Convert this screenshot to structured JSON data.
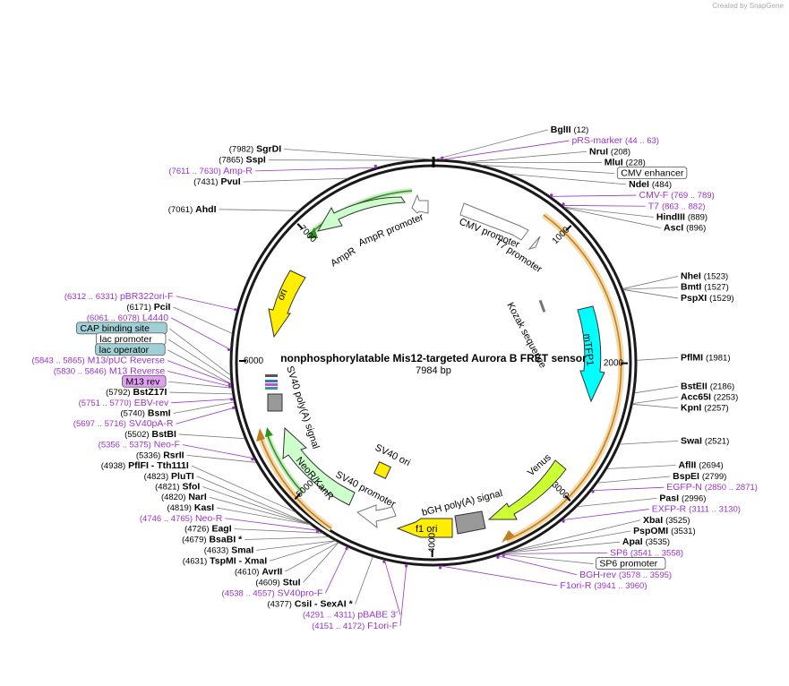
{
  "header": {
    "credit": "Created by SnapGene"
  },
  "map": {
    "title": "nonphosphorylatable Mis12-targeted Aurora B FRET sensor",
    "size": "7984 bp",
    "total_bp": 7984,
    "ticks": [
      {
        "label": "1000",
        "bp": 1000
      },
      {
        "label": "2000",
        "bp": 2000
      },
      {
        "label": "3000",
        "bp": 3000
      },
      {
        "label": "4000",
        "bp": 4000
      },
      {
        "label": "5000",
        "bp": 5000
      },
      {
        "label": "6000",
        "bp": 6000
      },
      {
        "label": "7000",
        "bp": 7000
      }
    ]
  },
  "labels": [
    {
      "pos": "(7982)",
      "name": "SgrDI",
      "kind": "enzyme",
      "bp": 7982
    },
    {
      "pos": "(7865)",
      "name": "SspI",
      "kind": "enzyme",
      "bp": 7865
    },
    {
      "pos": "(12)",
      "name": "BglII",
      "kind": "enzyme",
      "bp": 12
    },
    {
      "pos": "(44 .. 63)",
      "name": "pRS-marker",
      "kind": "primer",
      "bp": 54
    },
    {
      "pos": "(208)",
      "name": "NruI",
      "kind": "enzyme",
      "bp": 208
    },
    {
      "pos": "(228)",
      "name": "MluI",
      "kind": "enzyme",
      "bp": 228
    },
    {
      "pos": "",
      "name": "CMV enhancer",
      "kind": "feature",
      "bp": 300
    },
    {
      "pos": "(484)",
      "name": "NdeI",
      "kind": "enzyme",
      "bp": 484
    },
    {
      "pos": "(769 .. 789)",
      "name": "CMV-F",
      "kind": "primer",
      "bp": 779
    },
    {
      "pos": "(863 .. 882)",
      "name": "T7",
      "kind": "primer",
      "bp": 872
    },
    {
      "pos": "(889)",
      "name": "HindIII",
      "kind": "enzyme",
      "bp": 889
    },
    {
      "pos": "(896)",
      "name": "AscI",
      "kind": "enzyme",
      "bp": 896
    },
    {
      "pos": "(1523)",
      "name": "NheI",
      "kind": "enzyme",
      "bp": 1523
    },
    {
      "pos": "(1527)",
      "name": "BmtI",
      "kind": "enzyme",
      "bp": 1527
    },
    {
      "pos": "(1529)",
      "name": "PspXI",
      "kind": "enzyme",
      "bp": 1529
    },
    {
      "pos": "(1981)",
      "name": "PflMI",
      "kind": "enzyme",
      "bp": 1981
    },
    {
      "pos": "(2186)",
      "name": "BstEII",
      "kind": "enzyme",
      "bp": 2186
    },
    {
      "pos": "(2253)",
      "name": "Acc65I",
      "kind": "enzyme",
      "bp": 2253
    },
    {
      "pos": "(2257)",
      "name": "KpnI",
      "kind": "enzyme",
      "bp": 2257
    },
    {
      "pos": "(2521)",
      "name": "SwaI",
      "kind": "enzyme",
      "bp": 2521
    },
    {
      "pos": "(2694)",
      "name": "AflII",
      "kind": "enzyme",
      "bp": 2694
    },
    {
      "pos": "(2799)",
      "name": "BspEI",
      "kind": "enzyme",
      "bp": 2799
    },
    {
      "pos": "(2850 .. 2871)",
      "name": "EGFP-N",
      "kind": "primer",
      "bp": 2860
    },
    {
      "pos": "(2996)",
      "name": "PasI",
      "kind": "enzyme",
      "bp": 2996
    },
    {
      "pos": "(3111 .. 3130)",
      "name": "EXFP-R",
      "kind": "primer",
      "bp": 3120
    },
    {
      "pos": "(3525)",
      "name": "XbaI",
      "kind": "enzyme",
      "bp": 3525
    },
    {
      "pos": "(3531)",
      "name": "PspOMI",
      "kind": "enzyme",
      "bp": 3531
    },
    {
      "pos": "(3535)",
      "name": "ApaI",
      "kind": "enzyme",
      "bp": 3535
    },
    {
      "pos": "",
      "name": "SP6 promoter",
      "kind": "feature",
      "bp": 3560
    },
    {
      "pos": "(3541 .. 3558)",
      "name": "SP6",
      "kind": "primer",
      "bp": 3549
    },
    {
      "pos": "(3578 .. 3595)",
      "name": "BGH-rev",
      "kind": "primer",
      "bp": 3586
    },
    {
      "pos": "(3941 .. 3960)",
      "name": "F1ori-R",
      "kind": "primer",
      "bp": 3950
    },
    {
      "pos": "(4151 .. 4172)",
      "name": "F1ori-F",
      "kind": "primer",
      "bp": 4161
    },
    {
      "pos": "(4291 .. 4311)",
      "name": "pBABE 3'",
      "kind": "primer",
      "bp": 4301
    },
    {
      "pos": "(4377)",
      "name": "CsiI  - SexAI *",
      "kind": "enzyme",
      "bp": 4377
    },
    {
      "pos": "(4538 .. 4557)",
      "name": "SV40pro-F",
      "kind": "primer",
      "bp": 4547
    },
    {
      "pos": "(4609)",
      "name": "StuI",
      "kind": "enzyme",
      "bp": 4609
    },
    {
      "pos": "(4610)",
      "name": "AvrII",
      "kind": "enzyme",
      "bp": 4610
    },
    {
      "pos": "(4631)",
      "name": "TspMI  - XmaI",
      "kind": "enzyme",
      "bp": 4631
    },
    {
      "pos": "(4633)",
      "name": "SmaI",
      "kind": "enzyme",
      "bp": 4633
    },
    {
      "pos": "(4679)",
      "name": "BsaBI *",
      "kind": "enzyme",
      "bp": 4679
    },
    {
      "pos": "(4726)",
      "name": "EagI",
      "kind": "enzyme",
      "bp": 4726
    },
    {
      "pos": "(4746 .. 4765)",
      "name": "Neo-R",
      "kind": "primer",
      "bp": 4755
    },
    {
      "pos": "(4819)",
      "name": "KasI",
      "kind": "enzyme",
      "bp": 4819
    },
    {
      "pos": "(4820)",
      "name": "NarI",
      "kind": "enzyme",
      "bp": 4820
    },
    {
      "pos": "(4821)",
      "name": "SfoI",
      "kind": "enzyme",
      "bp": 4821
    },
    {
      "pos": "(4823)",
      "name": "PluTI",
      "kind": "enzyme",
      "bp": 4823
    },
    {
      "pos": "(4938)",
      "name": "PflFI  - Tth111I",
      "kind": "enzyme",
      "bp": 4938
    },
    {
      "pos": "(5336)",
      "name": "RsrII",
      "kind": "enzyme",
      "bp": 5336
    },
    {
      "pos": "(5356 .. 5375)",
      "name": "Neo-F",
      "kind": "primer",
      "bp": 5365
    },
    {
      "pos": "(5502)",
      "name": "BstBI",
      "kind": "enzyme",
      "bp": 5502
    },
    {
      "pos": "(5697 .. 5716)",
      "name": "SV40pA-R",
      "kind": "primer",
      "bp": 5706
    },
    {
      "pos": "(5740)",
      "name": "BsmI",
      "kind": "enzyme",
      "bp": 5740
    },
    {
      "pos": "(5751 .. 5770)",
      "name": "EBV-rev",
      "kind": "primer",
      "bp": 5760
    },
    {
      "pos": "(5792)",
      "name": "BstZ17I",
      "kind": "enzyme",
      "bp": 5792
    },
    {
      "pos": "",
      "name": "M13 rev",
      "kind": "feature_pink",
      "bp": 5830
    },
    {
      "pos": "(5830 .. 5846)",
      "name": "M13 Reverse",
      "kind": "primer",
      "bp": 5838
    },
    {
      "pos": "",
      "name": "lac operator",
      "kind": "feature_blue",
      "bp": 5855
    },
    {
      "pos": "(5843 .. 5865)",
      "name": "M13/pUC Reverse",
      "kind": "primer",
      "bp": 5854
    },
    {
      "pos": "",
      "name": "lac promoter",
      "kind": "feature",
      "bp": 5880
    },
    {
      "pos": "",
      "name": "CAP binding site",
      "kind": "feature_blue",
      "bp": 5910
    },
    {
      "pos": "(6061 .. 6078)",
      "name": "L4440",
      "kind": "primer",
      "bp": 6069
    },
    {
      "pos": "(6171)",
      "name": "PciI",
      "kind": "enzyme",
      "bp": 6171
    },
    {
      "pos": "(6312 .. 6331)",
      "name": "pBR322ori-F",
      "kind": "primer",
      "bp": 6321
    },
    {
      "pos": "(7061)",
      "name": "AhdI",
      "kind": "enzyme",
      "bp": 7061
    },
    {
      "pos": "(7431)",
      "name": "PvuI",
      "kind": "enzyme",
      "bp": 7431
    },
    {
      "pos": "(7611 .. 7630)",
      "name": "Amp-R",
      "kind": "primer",
      "bp": 7620
    }
  ],
  "features": [
    {
      "name": "CMV promoter",
      "type": "promoter"
    },
    {
      "name": "T7 promoter",
      "type": "promoter"
    },
    {
      "name": "Kozak sequence",
      "type": "misc"
    },
    {
      "name": "mTFP1",
      "type": "cds"
    },
    {
      "name": "Venus",
      "type": "cds"
    },
    {
      "name": "bGH poly(A) signal",
      "type": "terminator"
    },
    {
      "name": "f1 ori",
      "type": "origin"
    },
    {
      "name": "SV40 promoter",
      "type": "promoter"
    },
    {
      "name": "SV40 ori",
      "type": "origin"
    },
    {
      "name": "NeoR/KanR",
      "type": "cds"
    },
    {
      "name": "SV40 poly(A) signal",
      "type": "terminator"
    },
    {
      "name": "ori",
      "type": "origin"
    },
    {
      "name": "AmpR",
      "type": "cds"
    },
    {
      "name": "AmpR promoter",
      "type": "promoter"
    }
  ],
  "colors": {
    "enzyme": "#000000",
    "primer": "#9933cc",
    "ring": "#1a1a1a",
    "promoter_fill": "#ffffff",
    "cds_cyan": "#00ffff",
    "cds_green": "#ccff33",
    "cds_lightgreen": "#ccffcc",
    "origin_yellow": "#ffee00",
    "terminator_gray": "#999999",
    "orf_orange": "#f0a030",
    "feature_blue": "#a0cfd6",
    "feature_pink": "#e0a0f0",
    "credit": "#aaaaaa",
    "credit_logo": "#55aadd"
  }
}
